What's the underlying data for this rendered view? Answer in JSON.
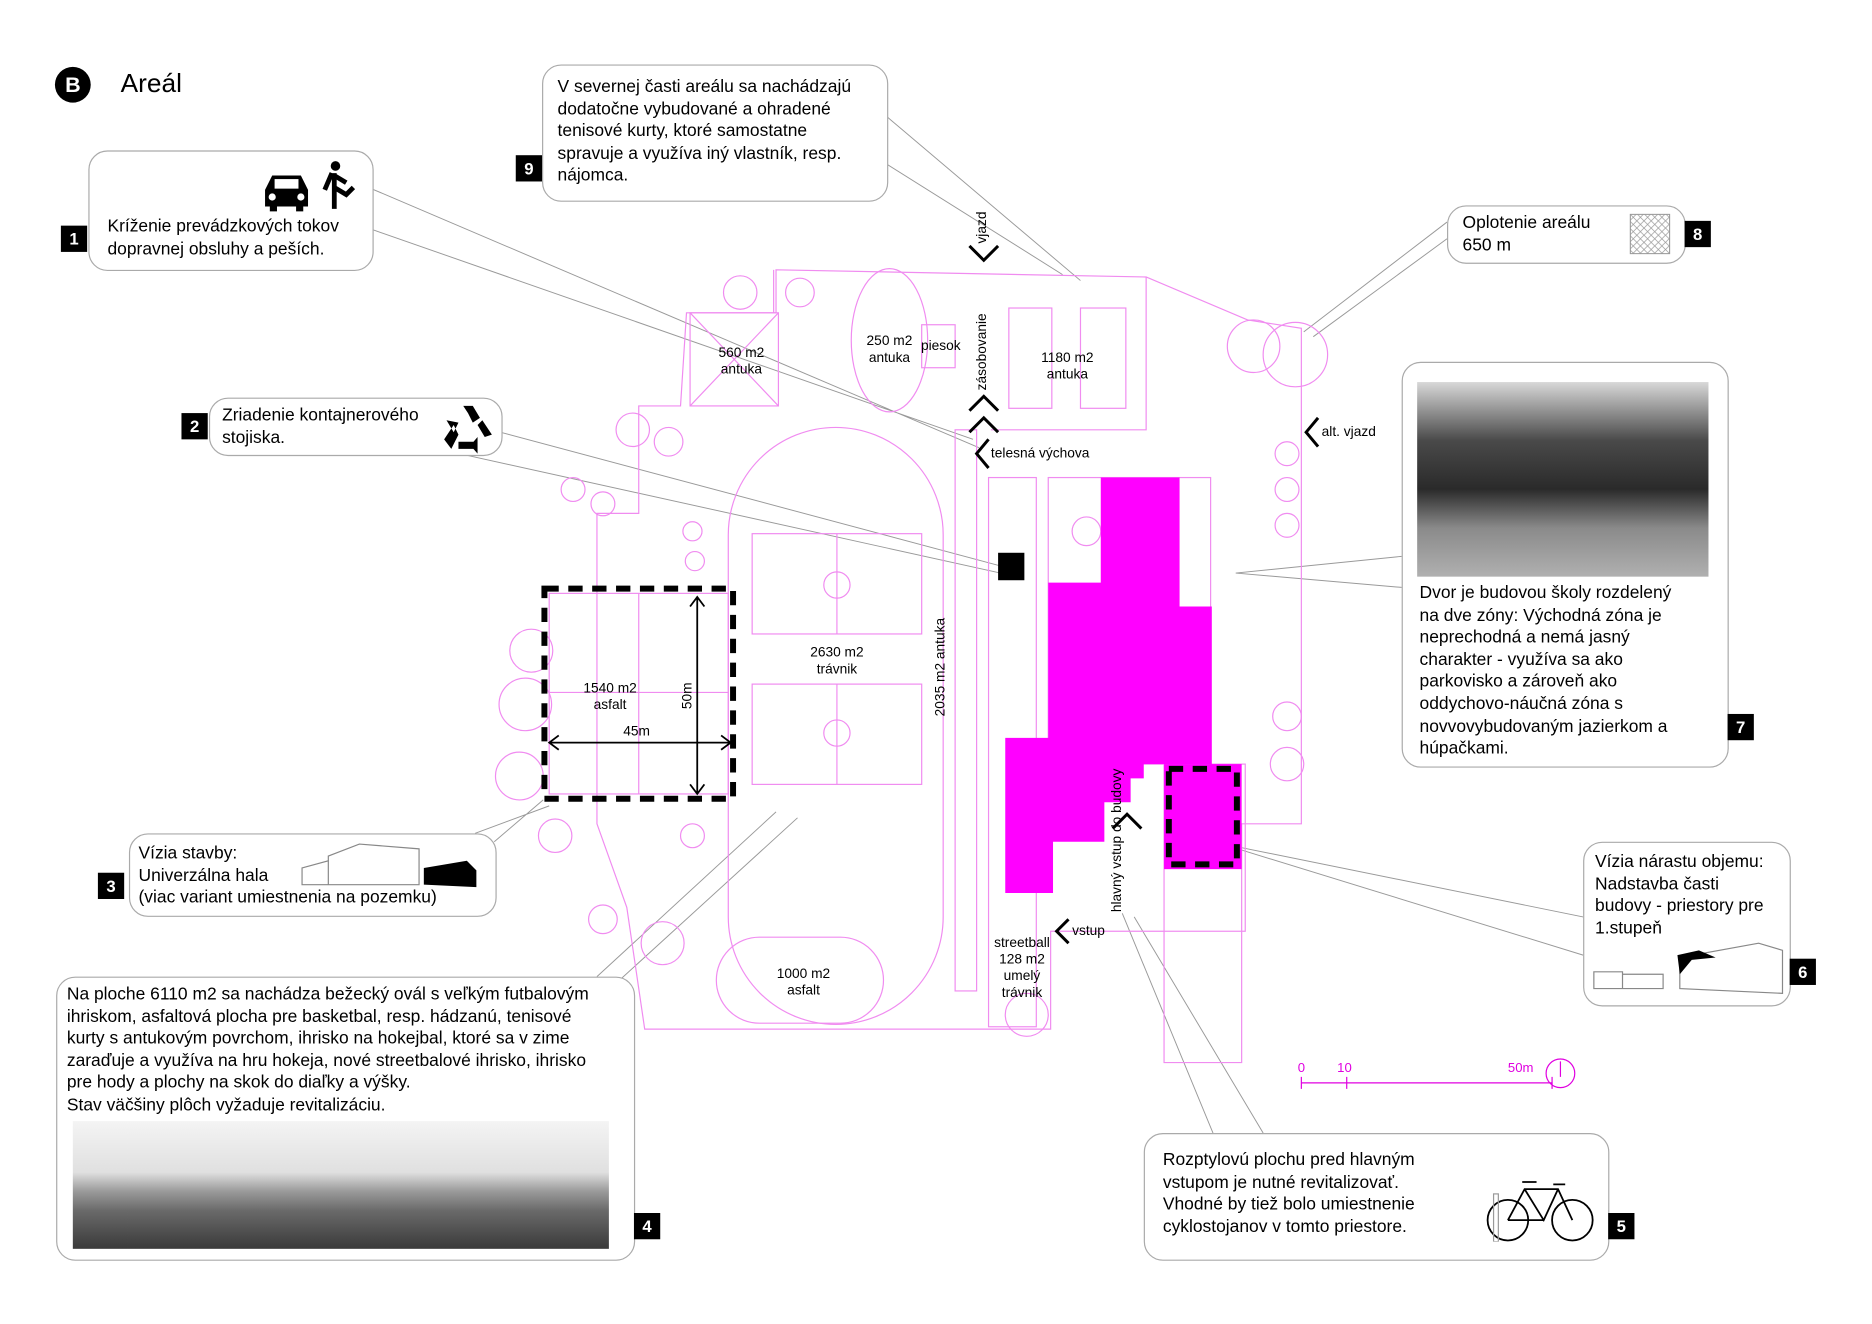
{
  "header": {
    "section_letter": "B",
    "title": "Areál"
  },
  "callouts": [
    {
      "num": "1",
      "text": "Kríženie prevádzkových tokov\ndopravnej obsluhy a peších.",
      "icons": [
        "car-icon",
        "pedestrian-icon"
      ]
    },
    {
      "num": "2",
      "text": "Zriadenie kontajnerového\nstojiska.",
      "icons": [
        "recycle-icon"
      ]
    },
    {
      "num": "3",
      "text": "Vízia stavby:\nUniverzálna hala\n(viac variant umiestnenia na pozemku)"
    },
    {
      "num": "4",
      "text": "Na ploche 6110 m2 sa nachádza bežecký ovál s veľkým futbalovým\nihriskom, asfaltová plocha pre basketbal, resp. hádzanú, tenisové\nkurty s antukovým povrchom, ihrisko na hokejbal, ktoré sa v zime\nzaraďuje a využíva na hru hokeja, nové streetbalové ihrisko, ihrisko\npre hody a plochy na skok do diaľky a výšky.\nStav väčšiny plôch vyžaduje revitalizáciu."
    },
    {
      "num": "5",
      "text": "Rozptylovú plochu pred hlavným\nvstupom je nutné revitalizovať.\nVhodné by tiež bolo umiestnenie\ncyklostojanov v tomto priestore.",
      "icons": [
        "bicycle-icon"
      ]
    },
    {
      "num": "6",
      "text": "Vízia nárastu objemu:\nNadstavba časti\nbudovy - priestory pre\n1.stupeň"
    },
    {
      "num": "7",
      "text": "Dvor je budovou školy rozdelený\nna dve zóny: Východná zóna je\nneprechodná a nemá jasný\ncharakter - využíva sa ako\nparkovisko a zároveň ako\noddychovo-náučná zóna s\nnovvovybudovaným jazierkom a\nhúpačkami."
    },
    {
      "num": "8",
      "text": "Oplotenie areálu\n650 m"
    },
    {
      "num": "9",
      "text": "V severnej časti areálu sa nachádzajú\ndodatočne vybudované a ohradené\ntenisové kurty, ktoré samostatne\nspravuje a využíva iný vlastník, resp.\nnájomca."
    }
  ],
  "map_labels": {
    "a560": "560 m2\nantuka",
    "a250": "250 m2\nantuka",
    "piesok": "piesok",
    "a1180": "1180 m2\nantuka",
    "a2630": "2630 m2\ntrávnik",
    "a1540": "1540 m2\nasfalt",
    "a1000": "1000 m2\nasfalt",
    "a2035": "2035 m2 antuka",
    "streetball": "streetball\n128 m2\numelý\ntrávnik",
    "vjazd": "vjazd",
    "zasobovanie": "zásobovanie",
    "telesna": "telesná výchova",
    "alt_vjazd": "alt. vjazd",
    "vstup": "vstup",
    "hlavny_vstup": "hlavný vstup\ndo budovy",
    "dim_50": "50m",
    "dim_45": "45m"
  },
  "scale_bar": {
    "labels": [
      "0",
      "10",
      "50m"
    ]
  },
  "colors": {
    "building": "#ff00ff",
    "lines": "#f08cf0",
    "badge": "#000000"
  }
}
